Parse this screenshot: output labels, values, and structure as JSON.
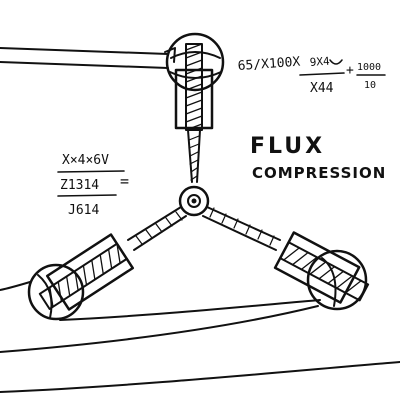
{
  "sketch": {
    "heading_line1": "FLUX",
    "heading_line2": "COMPRESSION",
    "formula_right": {
      "line1_a": "65/X100X",
      "line1_b": "9X4",
      "line1_c": "+",
      "frac_num": "1000",
      "frac_den": "10",
      "line2": "X44"
    },
    "formula_left": {
      "line1": "X×4×6V",
      "line2": "Z1314",
      "equals": "=",
      "line3": "J614"
    }
  },
  "colors": {
    "ink": "#111111",
    "paper": "#ffffff"
  }
}
